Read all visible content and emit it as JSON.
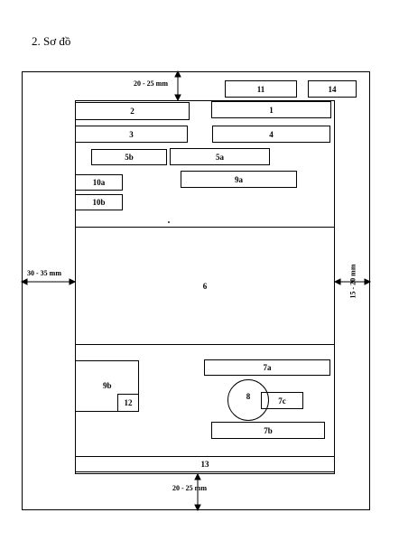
{
  "heading": "2. Sơ đồ",
  "dimensions": {
    "top": "20 - 25 mm",
    "left": "30 - 35 mm",
    "right": "15 - 20 mm",
    "bottom": "20 - 25 mm"
  },
  "blocks": {
    "b11": "11",
    "b14": "14",
    "b2": "2",
    "b1": "1",
    "b3": "3",
    "b4": "4",
    "b5b": "5b",
    "b5a": "5a",
    "b9a": "9a",
    "b10a": "10a",
    "b10b": "10b",
    "b6": "6",
    "b7a": "7a",
    "b9b": "9b",
    "b12": "12",
    "b8": "8",
    "b7c": "7c",
    "b7b": "7b",
    "b13": "13"
  }
}
